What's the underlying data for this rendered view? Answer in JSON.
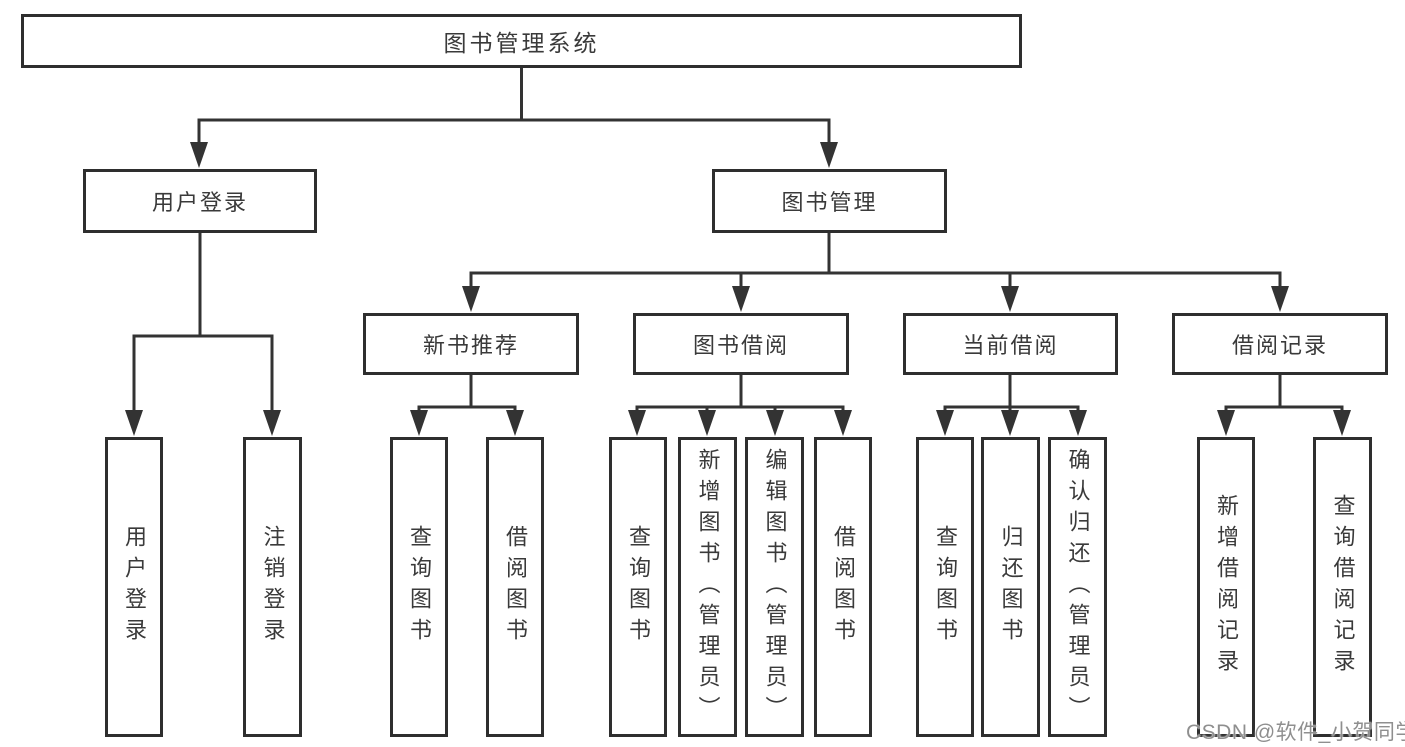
{
  "diagram": {
    "root": {
      "label": "图书管理系统",
      "children": [
        {
          "label": "用户登录",
          "children": [
            {
              "label": "用户登录"
            },
            {
              "label": "注销登录"
            }
          ]
        },
        {
          "label": "图书管理",
          "children": [
            {
              "label": "新书推荐",
              "children": [
                {
                  "label": "查询图书"
                },
                {
                  "label": "借阅图书"
                }
              ]
            },
            {
              "label": "图书借阅",
              "children": [
                {
                  "label": "查询图书"
                },
                {
                  "label": "新增图书（管理员）"
                },
                {
                  "label": "编辑图书（管理员）"
                },
                {
                  "label": "借阅图书"
                }
              ]
            },
            {
              "label": "当前借阅",
              "children": [
                {
                  "label": "查询图书"
                },
                {
                  "label": "归还图书"
                },
                {
                  "label": "确认归还（管理员）"
                }
              ]
            },
            {
              "label": "借阅记录",
              "children": [
                {
                  "label": "新增借阅记录"
                },
                {
                  "label": "查询借阅记录"
                }
              ]
            }
          ]
        }
      ]
    },
    "colors": {
      "line": "#333333",
      "box_border": "#2e2e2e",
      "text": "#3a3a3a",
      "background": "#ffffff",
      "watermark": "#8f8f8f"
    }
  },
  "watermark": {
    "text": "CSDN @软件_小贺同学"
  }
}
